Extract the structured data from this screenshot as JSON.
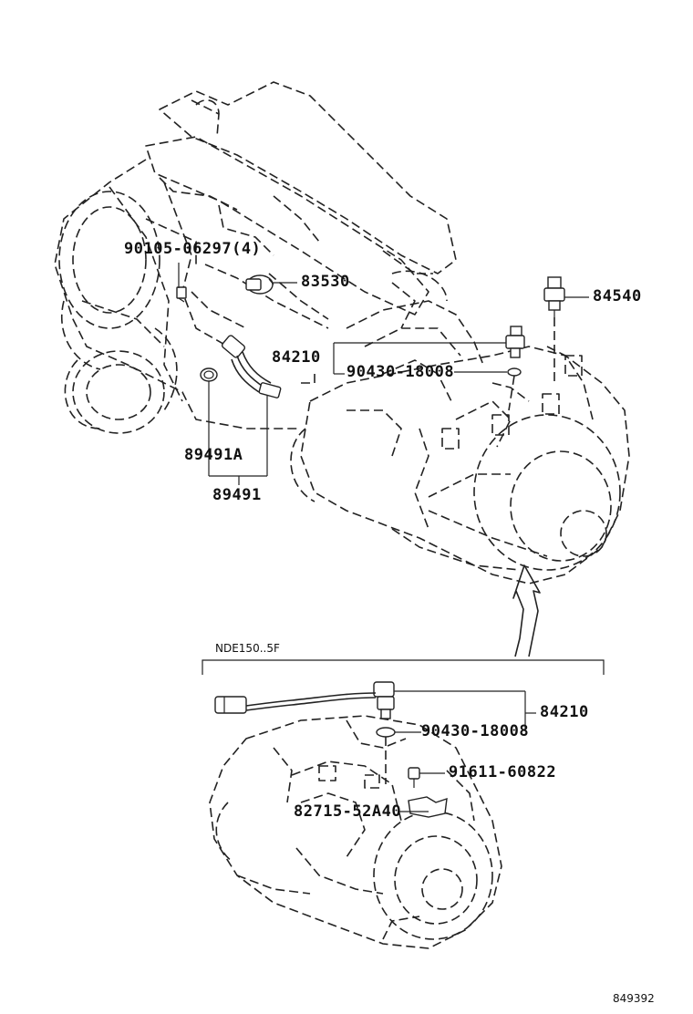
{
  "callouts": {
    "bolt_90105": "90105-06297(4)",
    "switch_83530": "83530",
    "sensor_84540": "84540",
    "sensor_84210_top": "84210",
    "gasket_90430_top": "90430-18008",
    "oring_89491a": "89491A",
    "sensor_89491": "89491",
    "sensor_84210_bottom": "84210",
    "gasket_90430_bottom": "90430-18008",
    "bolt_91611": "91611-60822",
    "bracket_82715": "82715-52A40"
  },
  "variant_label": "NDE150..5F",
  "diagram_number": "849392"
}
